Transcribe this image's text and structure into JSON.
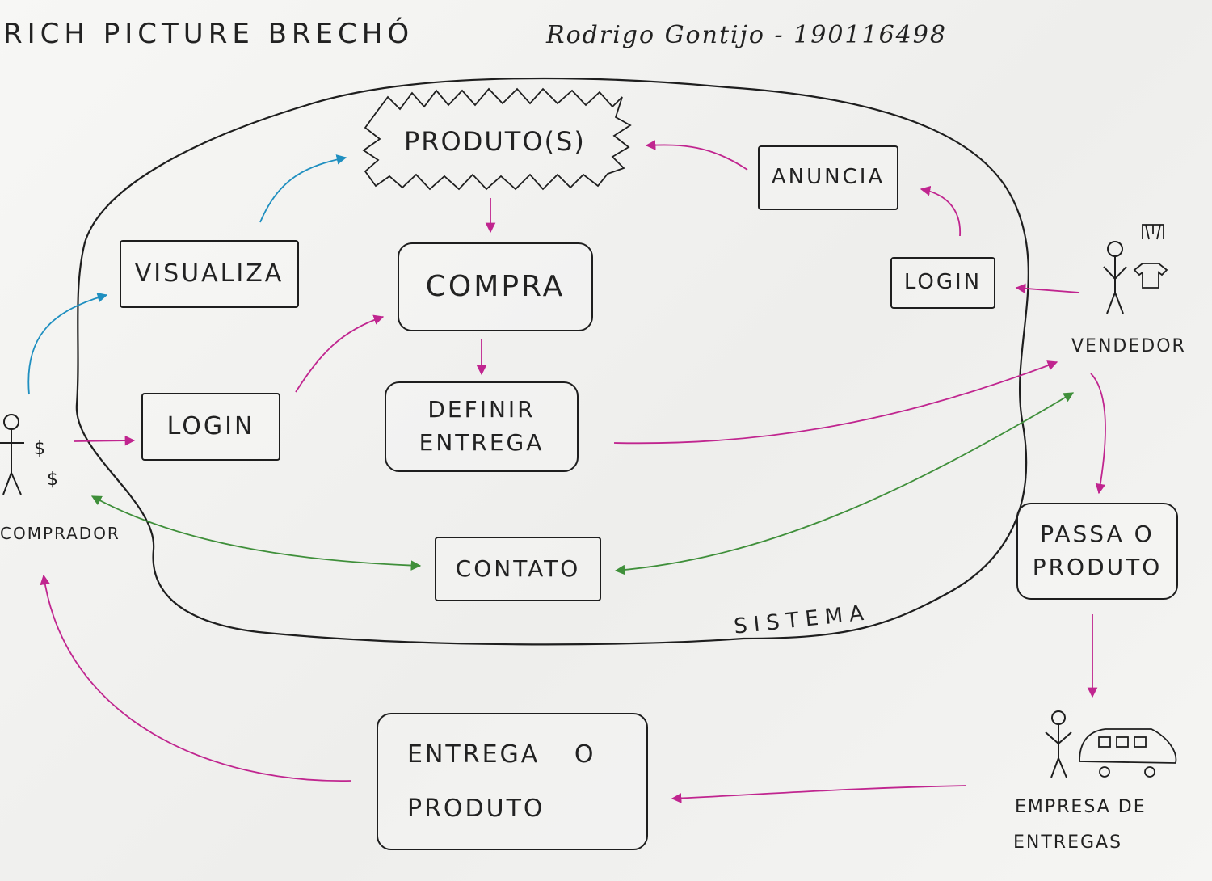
{
  "header": {
    "title": "RICH PICTURE BRECHÓ",
    "author": "Rodrigo Gontijo - 190116498"
  },
  "system_label": "SISTEMA",
  "processes": {
    "produtos": "PRODUTO(S)",
    "visualiza": "VISUALIZA",
    "compra": "COMPRA",
    "anuncia": "ANUNCIA",
    "login_comprador": "LOGIN",
    "login_vendedor": "LOGIN",
    "definir_entrega_line1": "DEFINIR",
    "definir_entrega_line2": "ENTREGA",
    "contato": "CONTATO",
    "passa_produto_line1": "PASSA O",
    "passa_produto_line2": "PRODUTO",
    "entrega_produto_line1": "ENTREGA O",
    "entrega_produto_line2": "PRODUTO"
  },
  "actors": {
    "comprador": "COMPRADOR",
    "vendedor": "VENDEDOR",
    "empresa_line1": "EMPRESA DE",
    "empresa_line2": "ENTREGAS",
    "money_symbol": "$"
  },
  "colors": {
    "ink": "#1e1e1e",
    "magenta": "#c0258f",
    "green": "#3f8f3a",
    "blue": "#1f8fc0"
  }
}
